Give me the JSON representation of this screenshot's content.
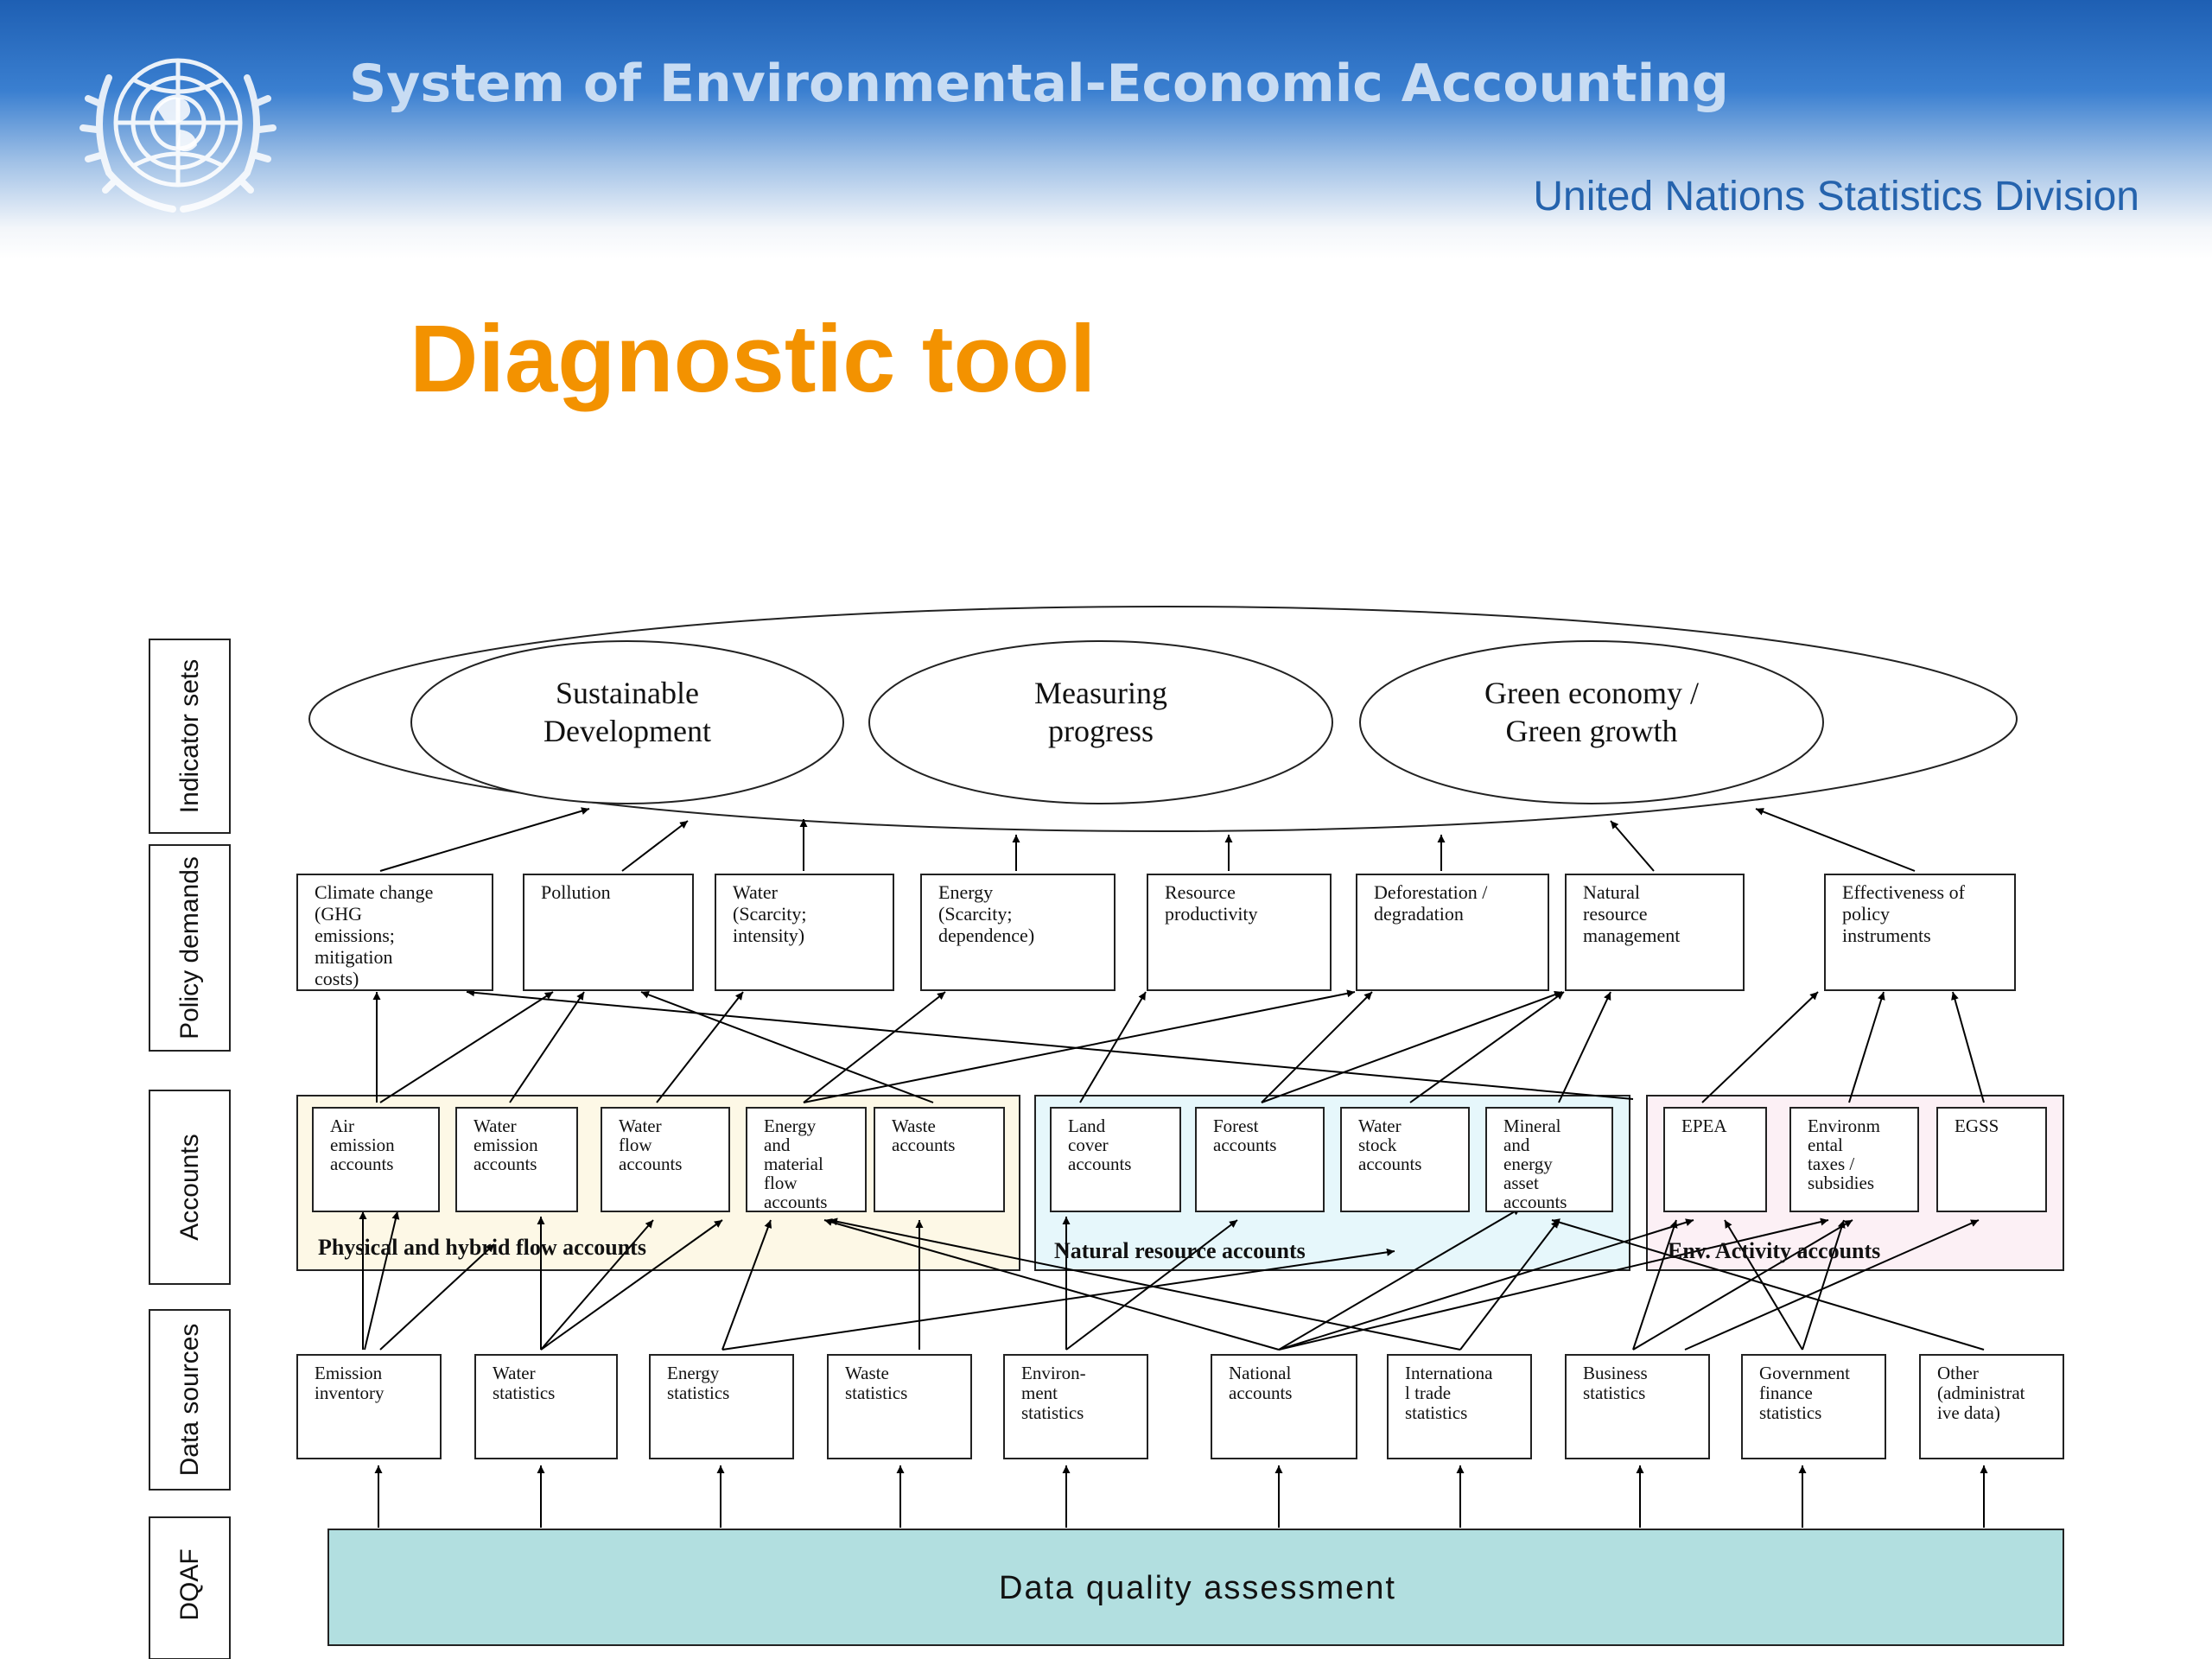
{
  "header": {
    "title": "System of Environmental-Economic Accounting",
    "organization": "United Nations Statistics Division"
  },
  "slide_title": "Diagnostic tool",
  "colors": {
    "title": "#f39200",
    "physical_group": "#fdf8e6",
    "natural_group": "#e6f7fb",
    "activity_group": "#fcf0f5",
    "dqa_bar": "#b2dfe0"
  },
  "layers": [
    "Indicator sets",
    "Policy demands",
    "Accounts",
    "Data sources",
    "DQAF"
  ],
  "indicator_sets": [
    [
      "Sustainable",
      "Development"
    ],
    [
      "Measuring",
      "progress"
    ],
    [
      "Green economy /",
      "Green growth"
    ]
  ],
  "policy_demands": [
    [
      "Climate  change",
      "(GHG",
      "emissions;",
      "mitigation",
      "costs)"
    ],
    [
      "Pollution"
    ],
    [
      "Water",
      "(Scarcity;",
      "intensity)"
    ],
    [
      "Energy",
      "(Scarcity;",
      "dependence)"
    ],
    [
      "Resource",
      "productivity"
    ],
    [
      "Deforestation /",
      "degradation"
    ],
    [
      "Natural",
      "resource",
      "management"
    ],
    [
      "Effectiveness of",
      "policy",
      "instruments"
    ]
  ],
  "account_groups": [
    "Physical and hybrid flow accounts",
    "Natural resource accounts",
    "Env. Activity accounts"
  ],
  "accounts": [
    [
      "Air",
      "emission",
      "accounts"
    ],
    [
      "Water",
      "emission",
      "accounts"
    ],
    [
      "Water",
      "flow",
      "accounts"
    ],
    [
      "Energy",
      "and",
      "material",
      "flow",
      "accounts"
    ],
    [
      "Waste",
      "accounts"
    ],
    [
      "Land",
      "cover",
      "accounts"
    ],
    [
      "Forest",
      "accounts"
    ],
    [
      "Water",
      "stock",
      "accounts"
    ],
    [
      "Mineral",
      "and",
      "energy",
      "asset",
      "accounts"
    ],
    [
      "EPEA"
    ],
    [
      "Environm",
      "ental",
      "taxes /",
      "subsidies"
    ],
    [
      "EGSS"
    ]
  ],
  "data_sources": [
    [
      "Emission",
      "inventory"
    ],
    [
      "Water",
      "statistics"
    ],
    [
      "Energy",
      "statistics"
    ],
    [
      "Waste",
      "statistics"
    ],
    [
      "Environ-",
      "ment",
      "statistics"
    ],
    [
      "National",
      "accounts"
    ],
    [
      "Internationa",
      "l trade",
      "statistics"
    ],
    [
      "Business",
      "statistics"
    ],
    [
      "Government",
      "finance",
      "statistics"
    ],
    [
      "Other",
      "(administrat",
      "ive data)"
    ]
  ],
  "dqaf_bar": "Data quality assessment"
}
